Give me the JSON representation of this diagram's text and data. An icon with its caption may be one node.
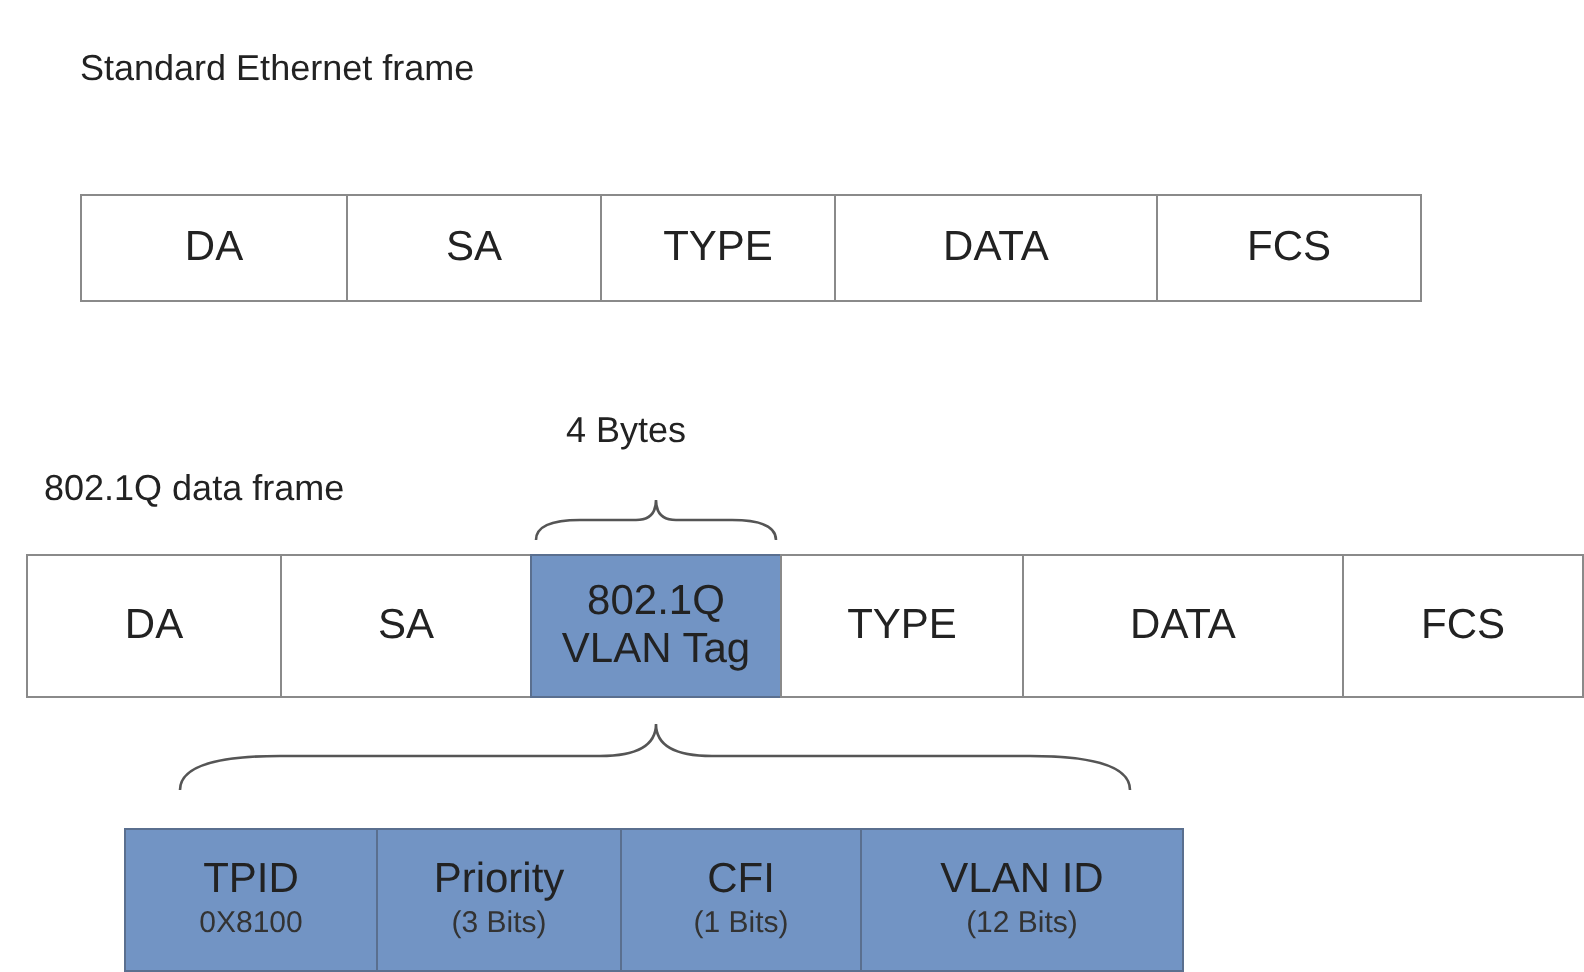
{
  "diagram": {
    "nodes": [
      {
        "text": [
          "DA"
        ]
      },
      {
        "text": [
          "SA"
        ]
      },
      {
        "text": [
          "TYPE"
        ]
      },
      {
        "text": [
          "DATA"
        ]
      },
      {
        "text": [
          "FCS"
        ]
      },
      {
        "text": [
          "DA"
        ]
      },
      {
        "text": [
          "SA"
        ]
      },
      {
        "text": [
          "802.1Q VLAN Tag"
        ]
      },
      {
        "text": [
          "TYPE"
        ]
      },
      {
        "text": [
          "DATA"
        ]
      },
      {
        "text": [
          "FCS"
        ]
      },
      {
        "text": [
          "TPID",
          "0X8100"
        ]
      },
      {
        "text": [
          "Priority",
          "(3 Bits)"
        ]
      },
      {
        "text": [
          "CFI",
          "(1 Bits)"
        ]
      },
      {
        "text": [
          "VLAN ID",
          "(12 Bits)"
        ]
      }
    ],
    "edges": [],
    "labels": [
      "Standard Ethernet frame",
      "4 Bytes",
      "802.1Q data frame"
    ]
  }
}
